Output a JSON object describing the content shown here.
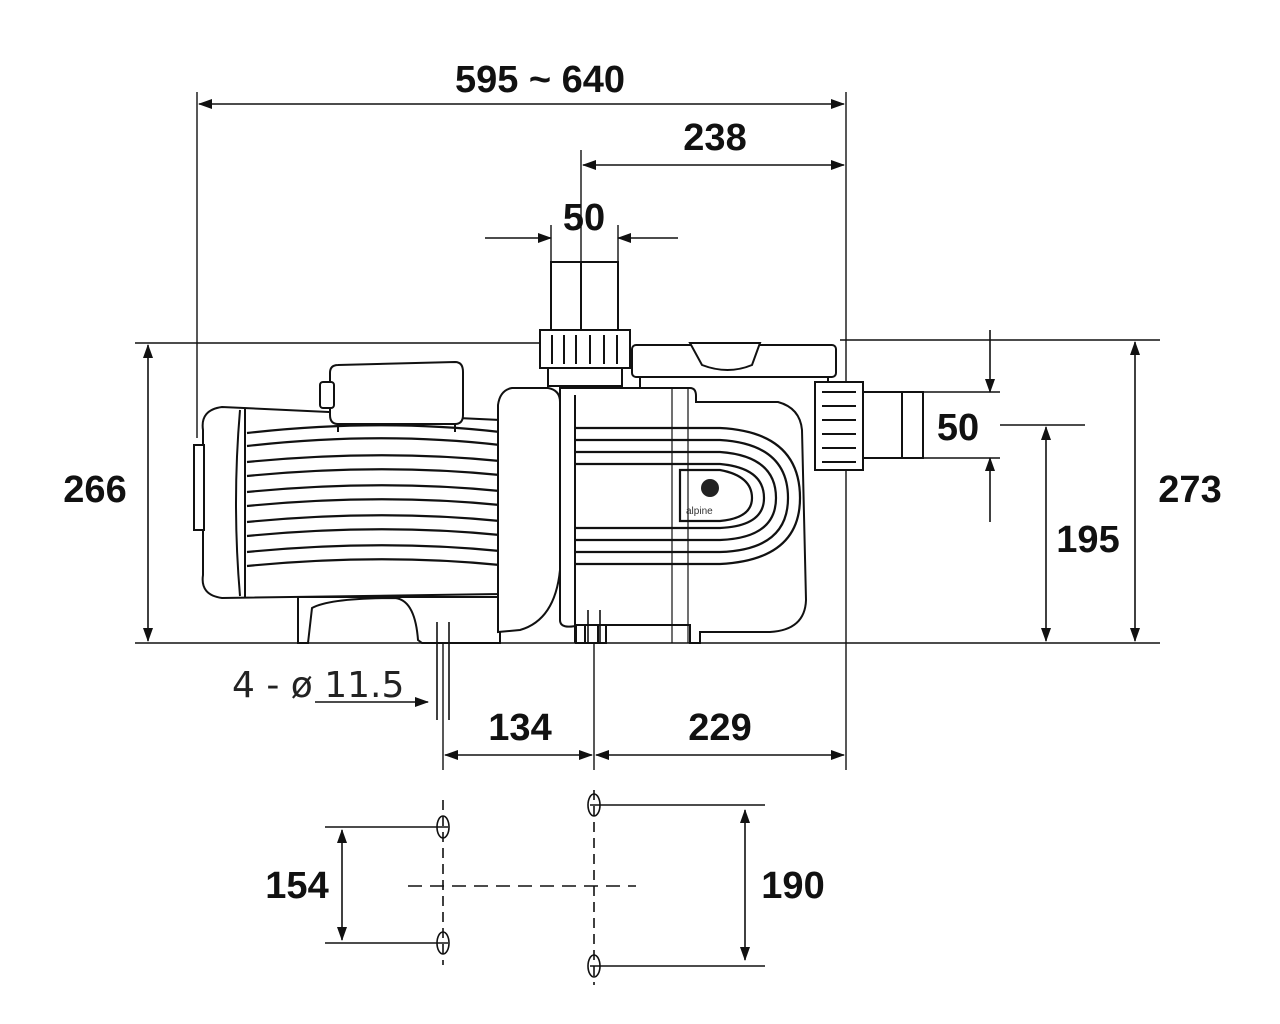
{
  "drawing": {
    "colors": {
      "line": "#111111",
      "background": "#ffffff"
    },
    "dimensions": {
      "overall_length": "595 ~ 640",
      "outlet_to_end": "238",
      "outlet_diameter": "50",
      "inlet_diameter": "50",
      "motor_height": "266",
      "overall_height": "273",
      "inlet_height": "195",
      "foot_spacing_front": "134",
      "foot_to_inlet_end": "229",
      "foot_width_small": "154",
      "foot_width_large": "190"
    },
    "hole_note": "4 - ø 11.5",
    "brand_logo_text": "alpine"
  }
}
